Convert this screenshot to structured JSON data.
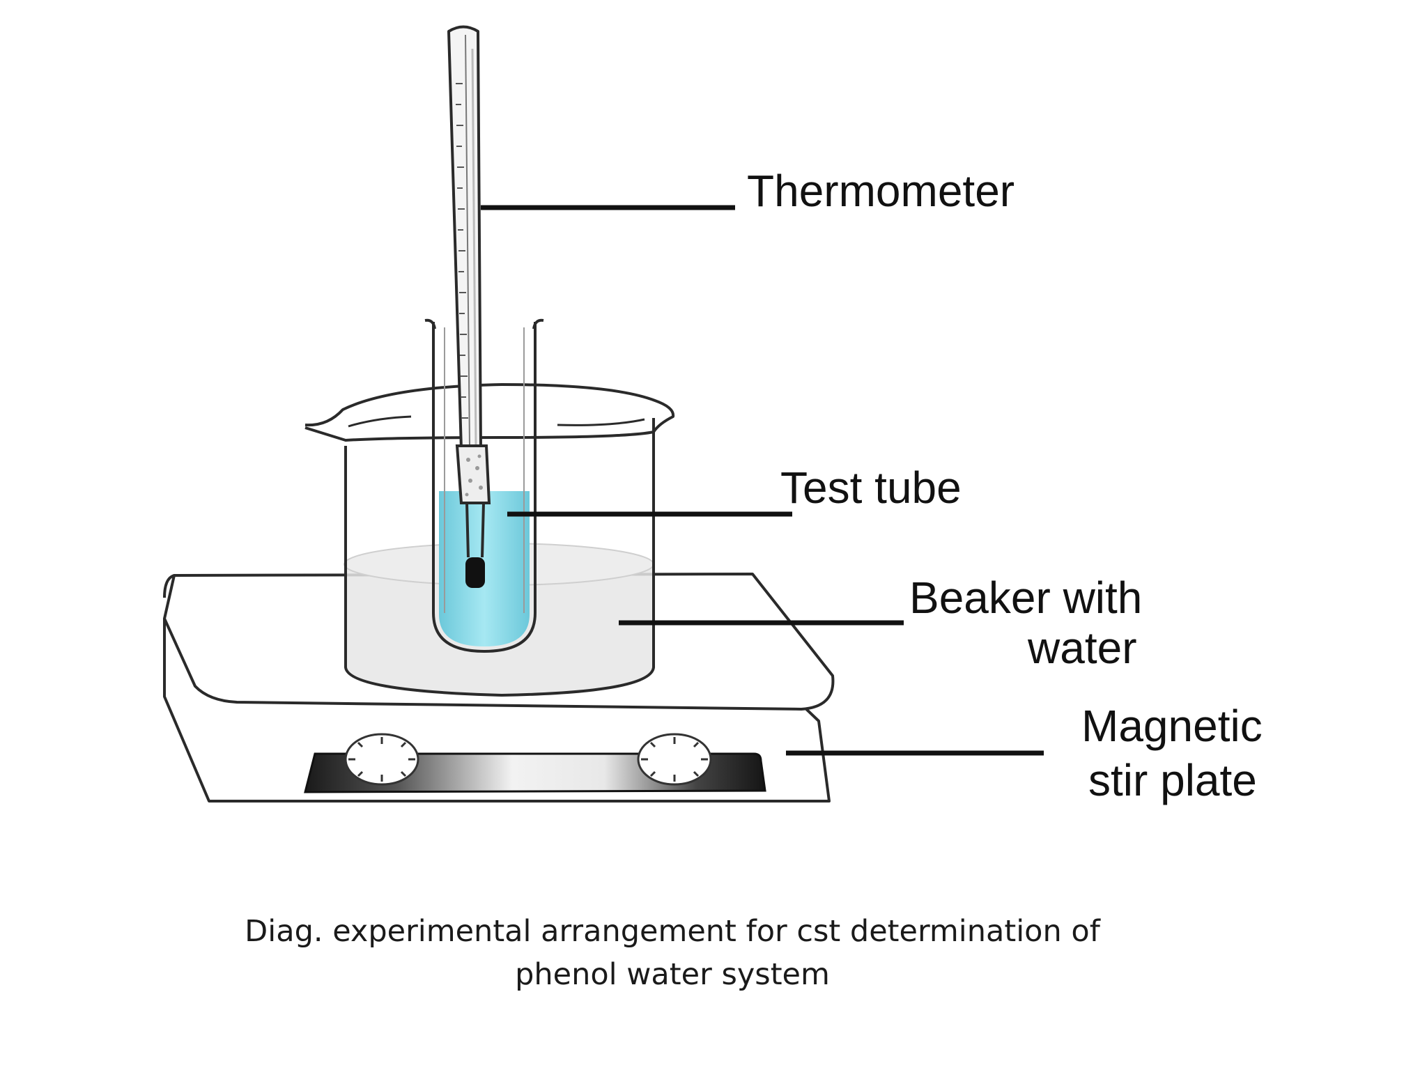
{
  "labels": {
    "thermometer": "Thermometer",
    "test_tube": "Test tube",
    "beaker_line1": "Beaker with",
    "beaker_line2": "water",
    "stirrer_line1": "Magnetic",
    "stirrer_line2": "stir plate"
  },
  "caption": {
    "line1": "Diag. experimental arrangement for cst determination of",
    "line2": "phenol water system"
  },
  "colors": {
    "tube_liquid": "#8fdcea",
    "water": "#e6e6e6",
    "outline": "#2a2a2a",
    "leader_line": "#111111"
  }
}
